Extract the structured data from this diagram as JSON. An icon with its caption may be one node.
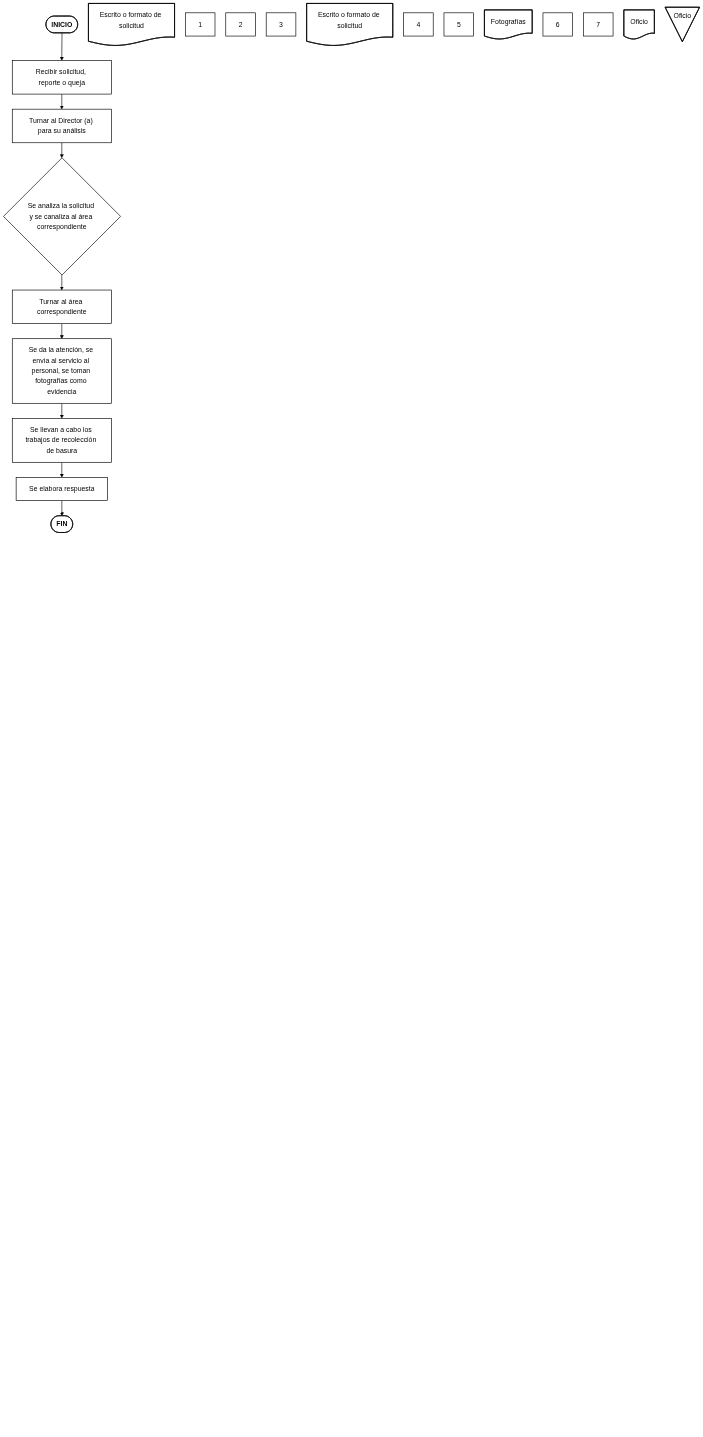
{
  "diagram": {
    "nodes": [
      {
        "text": [
          "INICIO"
        ]
      },
      {
        "text": [
          "Recibir solicitud, reporte o queja"
        ]
      },
      {
        "text": [
          "Escrito o formato de solicitud"
        ]
      },
      {
        "text": [
          "1"
        ]
      },
      {
        "text": [
          "Turnar al Director (a) para su análisis"
        ]
      },
      {
        "text": [
          "2"
        ]
      },
      {
        "text": [
          "Se analiza la solicitud y se canaliza al área correspondiente"
        ]
      },
      {
        "text": [
          "3"
        ]
      },
      {
        "text": [
          "Turnar al área correspondiente"
        ]
      },
      {
        "text": [
          "Escrito o formato de solicitud"
        ]
      },
      {
        "text": [
          "4"
        ]
      },
      {
        "text": [
          "Se da la atención, se envía al servicio al personal, se toman fotografías como evidencia"
        ]
      },
      {
        "text": [
          "5"
        ]
      },
      {
        "text": [
          "Se llevan a cabo los trabajos de recolección de basura"
        ]
      },
      {
        "text": [
          "Fotografías"
        ]
      },
      {
        "text": [
          "6"
        ]
      },
      {
        "text": [
          "Se elabora respuesta"
        ]
      },
      {
        "text": [
          "7"
        ]
      },
      {
        "text": [
          "Oficio"
        ]
      },
      {
        "text": [
          "Oficio"
        ]
      },
      {
        "text": [
          "FIN"
        ]
      }
    ],
    "edges": [
      {
        "from": 0,
        "to": 1,
        "arrow": "to"
      },
      {
        "from": 1,
        "to": 4,
        "arrow": "to"
      },
      {
        "from": 4,
        "to": 6,
        "arrow": "to"
      },
      {
        "from": 6,
        "to": 8,
        "arrow": "to"
      },
      {
        "from": 8,
        "to": 11,
        "arrow": "to"
      },
      {
        "from": 11,
        "to": 13,
        "arrow": "to"
      },
      {
        "from": 13,
        "to": 16,
        "arrow": "to"
      },
      {
        "from": 16,
        "to": 20,
        "arrow": "to"
      }
    ]
  }
}
